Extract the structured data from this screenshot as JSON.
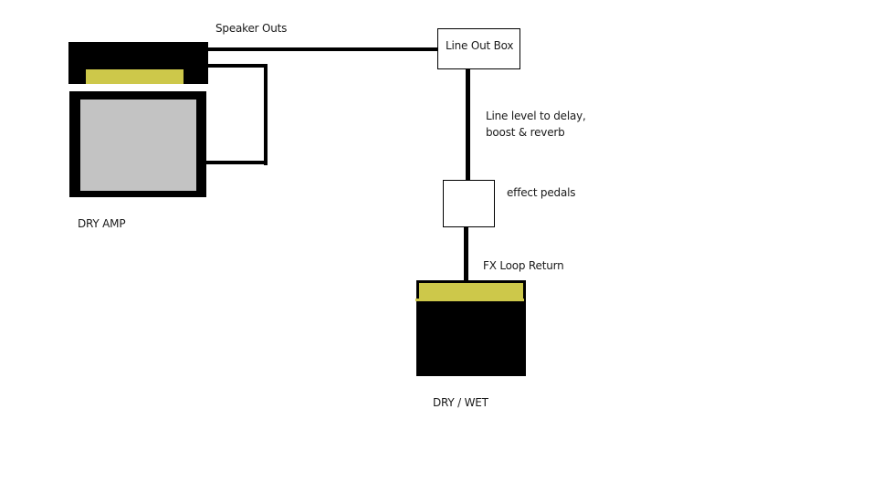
{
  "diagram": {
    "title": "Wet/Dry amp signal chain",
    "colors": {
      "line": "#000000",
      "amp_body": "#000000",
      "amp_panel": "#cdc84a",
      "speaker_grill": "#c3c3c3",
      "background": "#ffffff"
    },
    "nodes": {
      "dry_amp": {
        "label": "DRY AMP"
      },
      "line_out_box": {
        "label": "Line Out Box"
      },
      "effect_pedals": {
        "label": "effect pedals"
      },
      "dry_wet_amp": {
        "label": "DRY / WET"
      }
    },
    "connections": [
      {
        "from": "dry_amp",
        "to": "line_out_box",
        "label": "Speaker Outs"
      },
      {
        "from": "dry_amp",
        "to": "dry_amp",
        "label": ""
      },
      {
        "from": "line_out_box",
        "to": "effect_pedals",
        "label_line1": "Line level to delay,",
        "label_line2": "boost & reverb"
      },
      {
        "from": "effect_pedals",
        "to": "dry_wet_amp",
        "label": "FX Loop Return"
      }
    ]
  }
}
